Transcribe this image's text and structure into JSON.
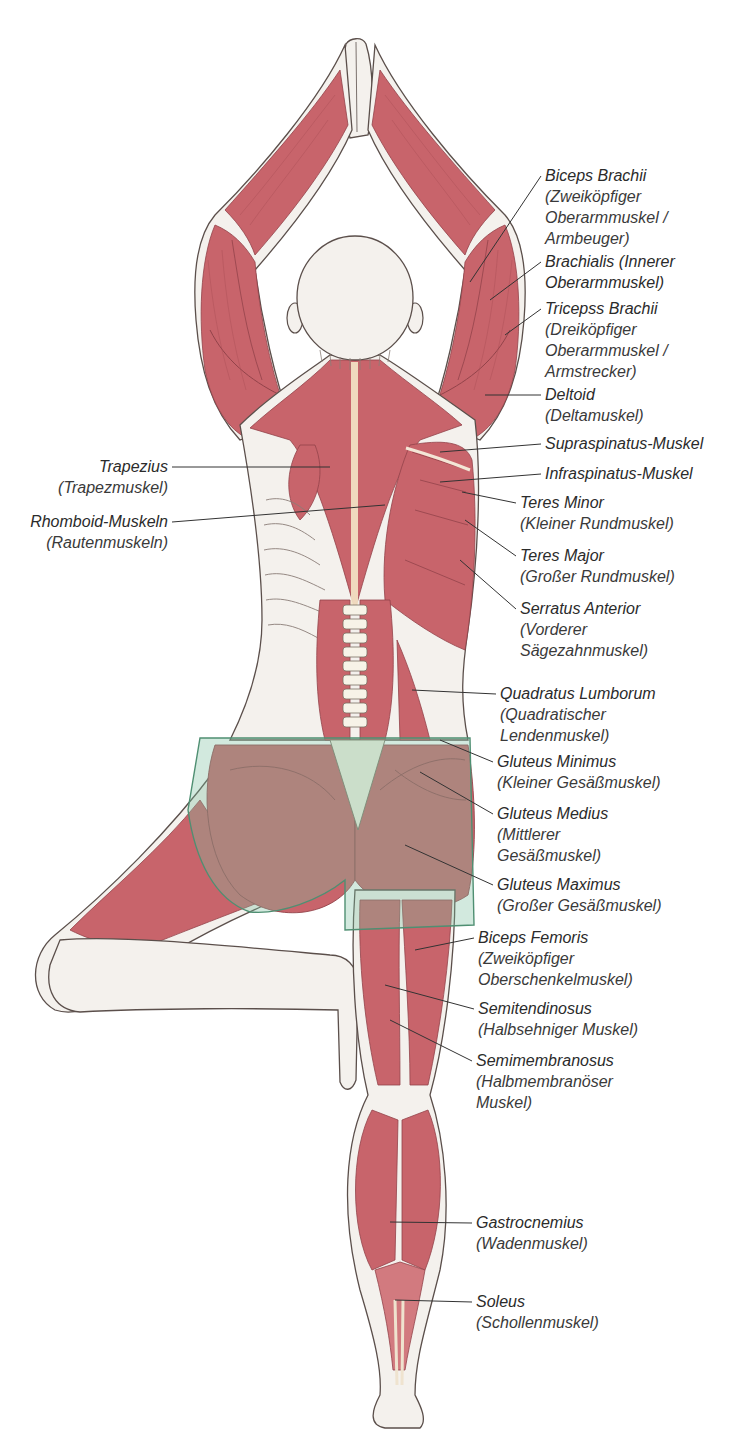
{
  "diagram": {
    "labels": [
      "Biceps Brachii",
      "(Zweiköpfiger Oberarmmuskel / Armbeuger)",
      "Brachialis (Innerer Oberarmmuskel)",
      "Tricepss Brachii",
      "(Dreiköpfiger Oberarmmuskel / Armstrecker)",
      "Deltoid",
      "(Deltamuskel)",
      "Supraspinatus-Muskel",
      "Trapezius",
      "(Trapezmuskel)",
      "Infraspinatus-Muskel",
      "Teres Minor",
      "(Kleiner Rundmuskel)",
      "Rhomboid-Muskeln",
      "(Rautenmuskeln)",
      "Teres Major",
      "(Großer Rundmuskel)",
      "Serratus Anterior",
      "(Vorderer Sägezahnmuskel)",
      "Quadratus Lumborum",
      "(Quadratischer Lendenmuskel)",
      "Gluteus Minimus",
      "(Kleiner Gesäßmuskel)",
      "Gluteus Medius",
      "(Mittlerer Gesäßmuskel)",
      "Gluteus Maximus",
      "(Großer Gesäßmuskel)",
      "Biceps Femoris",
      "(Zweiköpfiger Oberschenkelmuskel)",
      "Semitendinosus",
      "(Halbsehniger Muskel)",
      "Semimembranosus",
      "(Halbmembranöser Muskel)",
      "Gastrocnemius",
      "(Wadenmuskel)",
      "Soleus",
      "(Schollenmuskel)"
    ]
  }
}
